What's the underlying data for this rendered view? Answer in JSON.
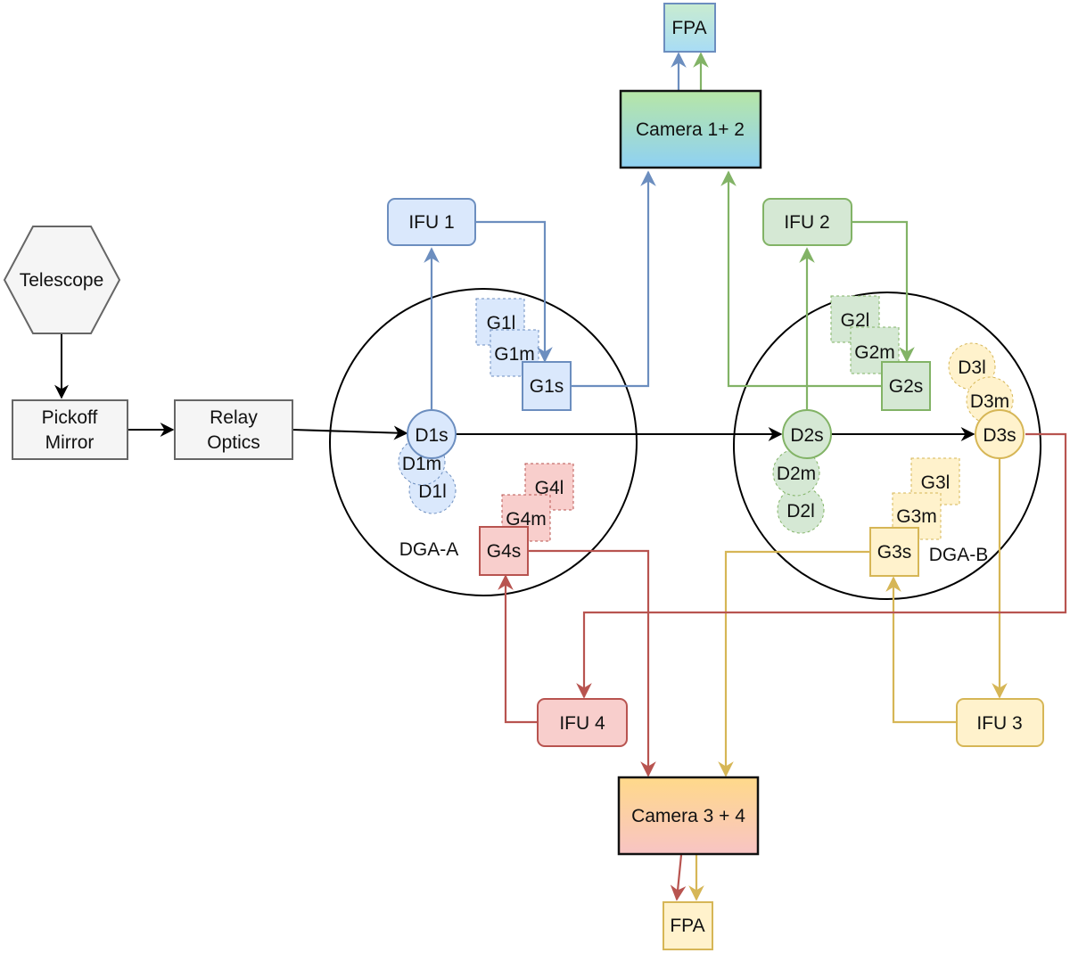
{
  "nodes": {
    "telescope": "Telescope",
    "pickoff_line1": "Pickoff",
    "pickoff_line2": "Mirror",
    "relay_line1": "Relay",
    "relay_line2": "Optics",
    "fpa_top": "FPA",
    "camera_12": "Camera 1+ 2",
    "ifu1": "IFU 1",
    "ifu2": "IFU 2",
    "ifu3": "IFU 3",
    "ifu4": "IFU 4",
    "camera_34": "Camera 3 + 4",
    "fpa_bottom": "FPA",
    "dga_a": "DGA-A",
    "dga_b": "DGA-B",
    "g1l": "G1l",
    "g1m": "G1m",
    "g1s": "G1s",
    "g2l": "G2l",
    "g2m": "G2m",
    "g2s": "G2s",
    "g3l": "G3l",
    "g3m": "G3m",
    "g3s": "G3s",
    "g4l": "G4l",
    "g4m": "G4m",
    "g4s": "G4s",
    "d1s": "D1s",
    "d1m": "D1m",
    "d1l": "D1l",
    "d2s": "D2s",
    "d2m": "D2m",
    "d2l": "D2l",
    "d3s": "D3s",
    "d3m": "D3m",
    "d3l": "D3l"
  },
  "colors": {
    "path1_blue": "#6c8ebf",
    "path2_green": "#82b366",
    "path3_yellow": "#d6b656",
    "path4_red": "#b85450",
    "main_black": "#000000",
    "blue_fill": "#dae8fc",
    "green_fill": "#d5e8d4",
    "yellow_fill": "#fff2cc",
    "red_fill": "#f8cecc",
    "grey_fill": "#f5f5f5",
    "grey_stroke": "#666666"
  }
}
